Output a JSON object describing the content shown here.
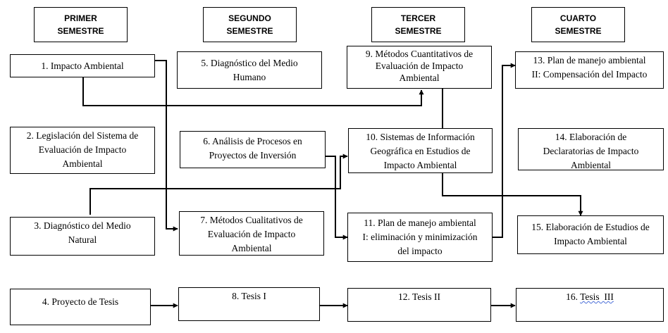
{
  "headers": {
    "h1": "PRIMER\nSEMESTRE",
    "h2": "SEGUNDO\nSEMESTRE",
    "h3": "TERCER\nSEMESTRE",
    "h4": "CUARTO\nSEMESTRE"
  },
  "courses": {
    "c1": "1. Impacto Ambiental",
    "c2": "2. Legislación del Sistema de\nEvaluación de Impacto\nAmbiental",
    "c3": "3. Diagnóstico del Medio\nNatural",
    "c4": "4. Proyecto de Tesis",
    "c5": "5. Diagnóstico del Medio\nHumano",
    "c6": "6. Análisis de Procesos en\nProyectos de Inversión",
    "c7": "7. Métodos Cualitativos de\nEvaluación de Impacto\nAmbiental",
    "c8": "8. Tesis I",
    "c9": "9. Métodos Cuantitativos de\nEvaluación de Impacto\nAmbiental",
    "c10": "10. Sistemas de Información\nGeográfica en Estudios de\nImpacto Ambiental",
    "c11": "11. Plan de manejo ambiental\nI: eliminación y minimización\ndel impacto",
    "c12": "12. Tesis II",
    "c13": "13. Plan de manejo ambiental\nII: Compensación del Impacto",
    "c14": "14. Elaboración de\nDeclaratorias de Impacto\nAmbiental",
    "c15": "15. Elaboración de Estudios de\nImpacto Ambiental",
    "c16_prefix": "16. ",
    "c16_word": "Tesis  III"
  },
  "colors": {
    "line": "#000000",
    "box_border": "#000000",
    "underline": "#4a6ed8"
  }
}
